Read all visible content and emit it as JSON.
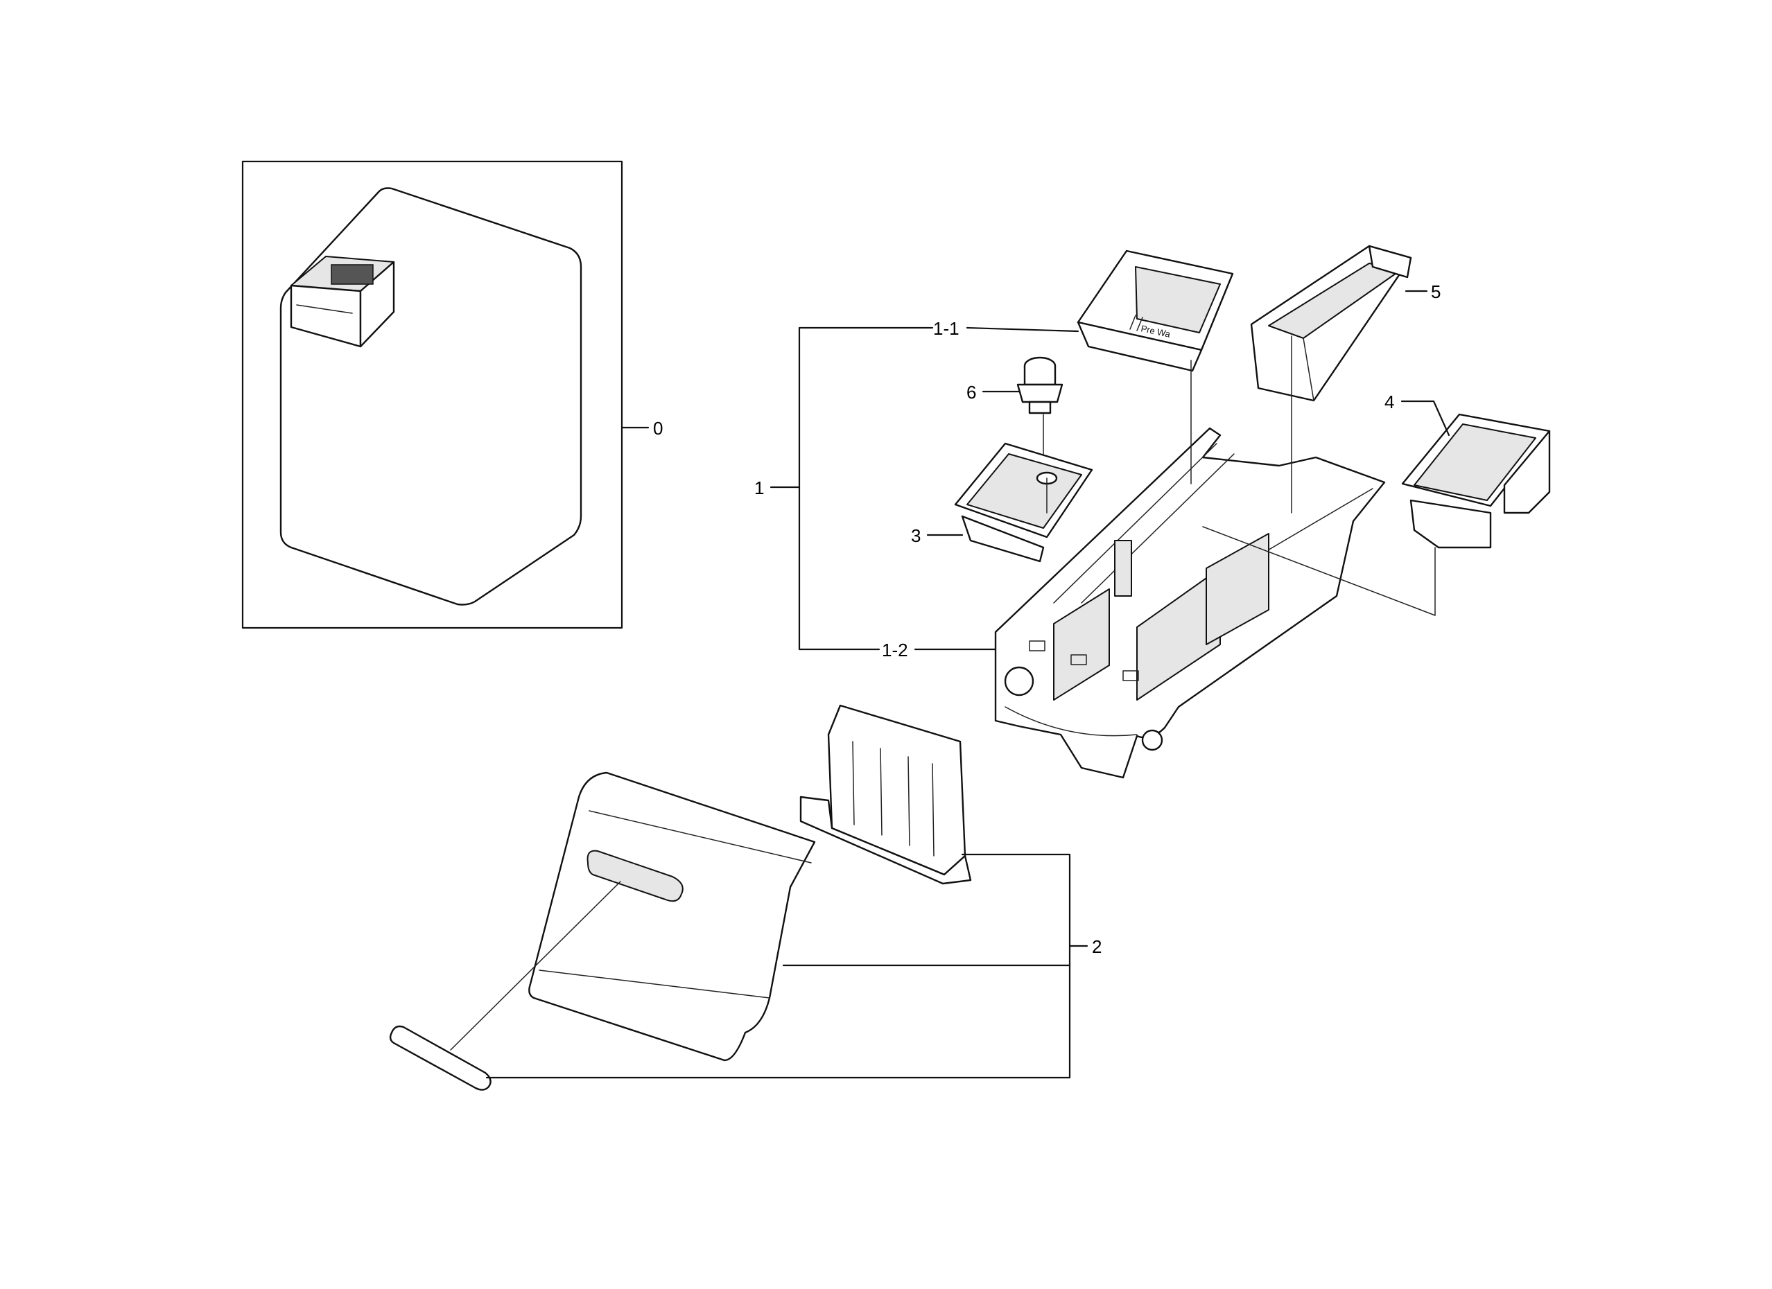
{
  "diagram": {
    "callouts": [
      {
        "id": "0",
        "text": "0"
      },
      {
        "id": "1",
        "text": "1"
      },
      {
        "id": "1-1",
        "text": "1-1"
      },
      {
        "id": "1-2",
        "text": "1-2"
      },
      {
        "id": "2",
        "text": "2"
      },
      {
        "id": "3",
        "text": "3"
      },
      {
        "id": "4",
        "text": "4"
      },
      {
        "id": "5",
        "text": "5"
      },
      {
        "id": "6",
        "text": "6"
      }
    ],
    "part_markings": {
      "prewash": "Pre Wa"
    }
  }
}
